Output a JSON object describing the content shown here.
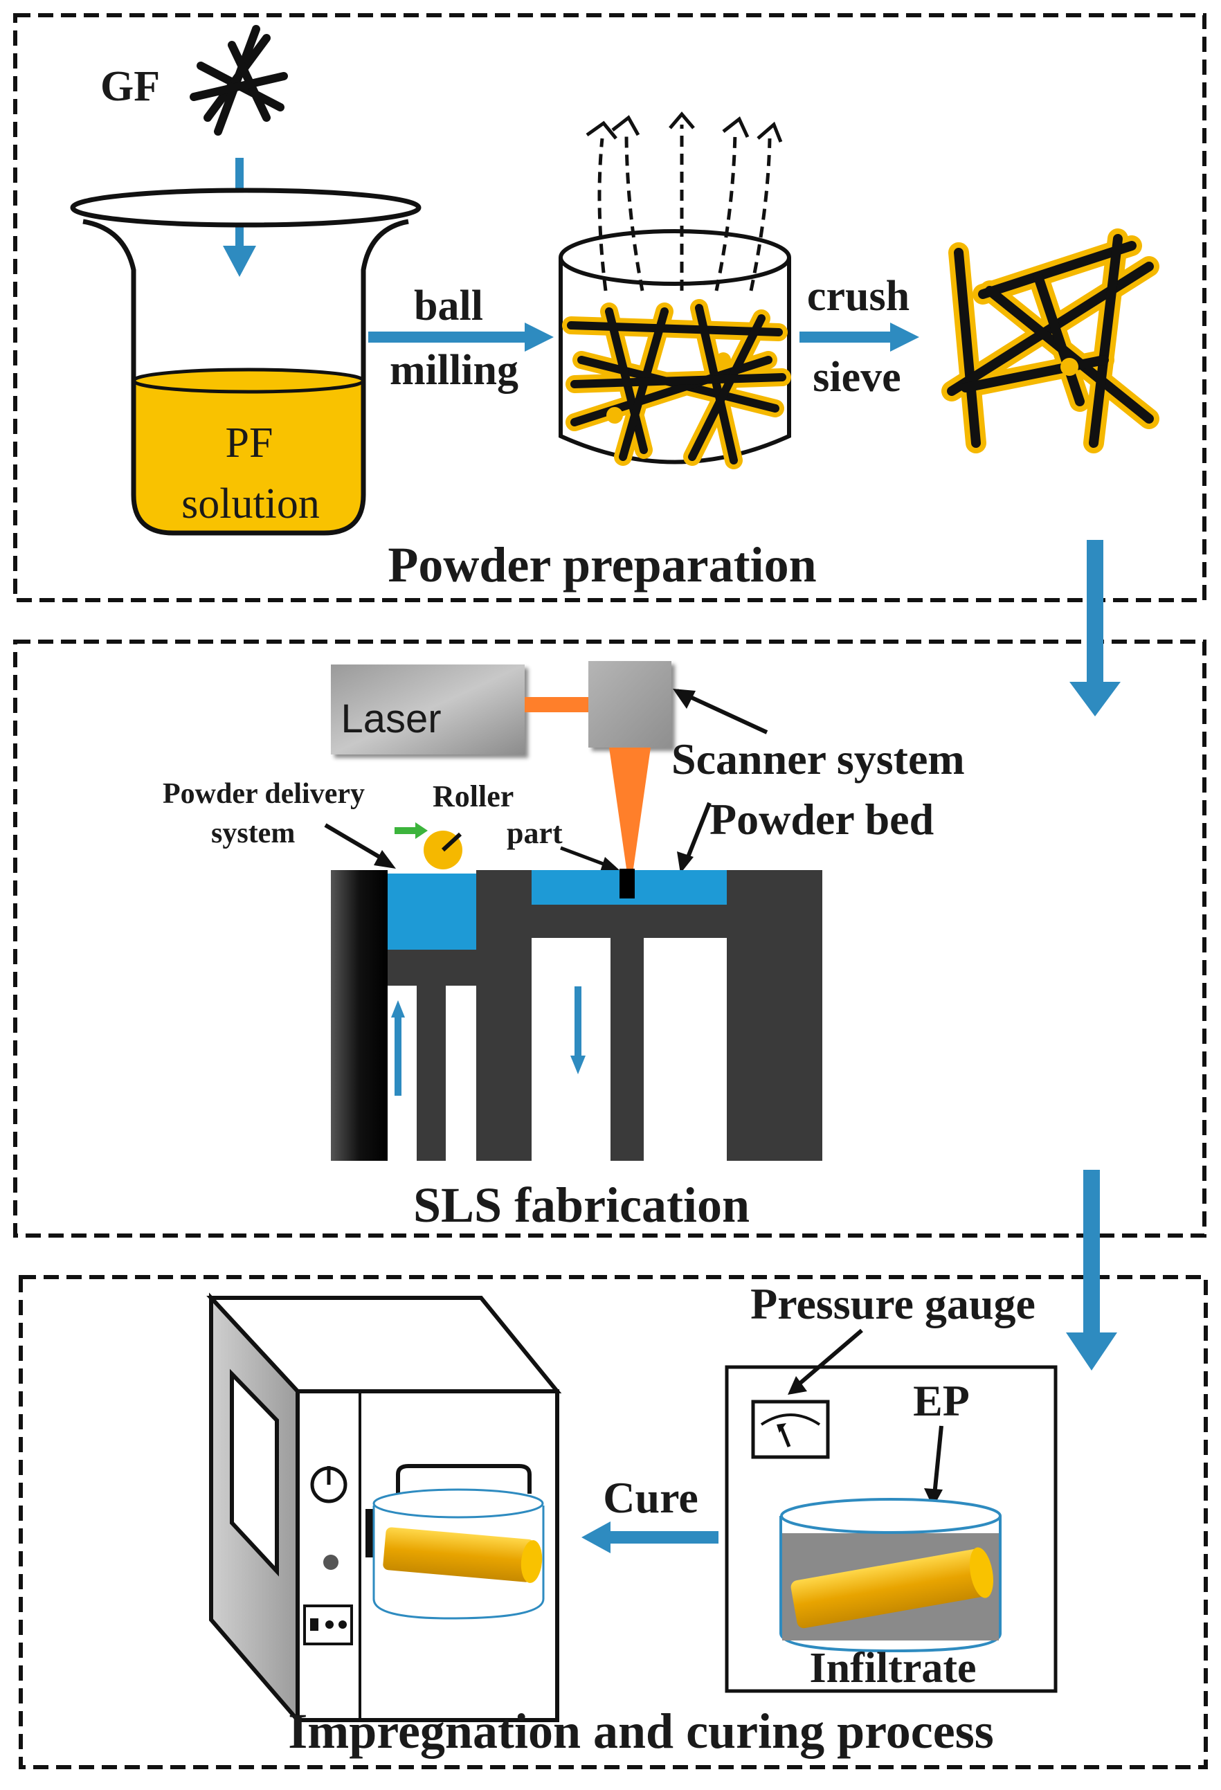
{
  "sections": {
    "powder_preparation": "Powder preparation",
    "sls_fabrication": "SLS fabrication",
    "impregnation": "Impregnation and curing process"
  },
  "labels": {
    "gf": "GF",
    "pf_line1": "PF",
    "pf_line2": "solution",
    "ball": "ball",
    "milling": "milling",
    "crush": "crush",
    "sieve": "sieve",
    "laser": "Laser",
    "scanner_system": "Scanner  system",
    "powder_bed": "Powder  bed",
    "powder_delivery_line1": "Powder  delivery",
    "powder_delivery_line2": "system",
    "roller": "Roller",
    "part": "part",
    "pressure_gauge": "Pressure gauge",
    "ep": "EP",
    "cure": "Cure",
    "infiltrate": "Infiltrate"
  },
  "colors": {
    "arrow_blue": "#2e8bc0",
    "pf_gold": "#f9c200",
    "fiber_orange": "#f5b800",
    "powder_blue": "#1e9ad6",
    "machine_dark": "#3a3a3a",
    "laser_orange": "#ff7f2a",
    "box_grey": "#a8a8a8",
    "resin_grey": "#8a8a8a"
  }
}
